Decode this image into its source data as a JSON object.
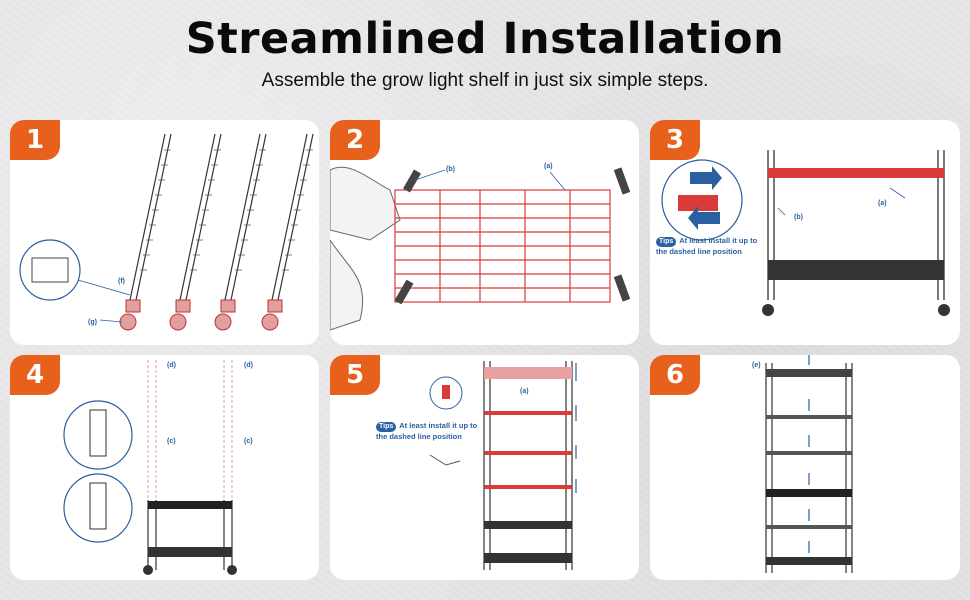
{
  "header": {
    "title": "Streamlined Installation",
    "subtitle": "Assemble the grow light shelf in just six simple steps."
  },
  "steps": [
    {
      "number": "1",
      "labels": {
        "f": "(f)",
        "g": "(g)"
      }
    },
    {
      "number": "2",
      "labels": {
        "a": "(a)",
        "b": "(b)"
      }
    },
    {
      "number": "3",
      "labels": {
        "a": "(a)",
        "b": "(b)"
      },
      "tip_tag": "Tips",
      "tip_text": "At least install it up to the dashed line position"
    },
    {
      "number": "4",
      "labels": {
        "c": "(c)",
        "d": "(d)"
      }
    },
    {
      "number": "5",
      "labels": {
        "a": "(a)"
      },
      "tip_tag": "Tips",
      "tip_text": "At least install it up to the dashed line position"
    },
    {
      "number": "6",
      "labels": {
        "e": "(e)"
      }
    }
  ],
  "colors": {
    "accent": "#e8611c",
    "shelf_red": "#d93a3a",
    "label_blue": "#2a5fa0"
  }
}
